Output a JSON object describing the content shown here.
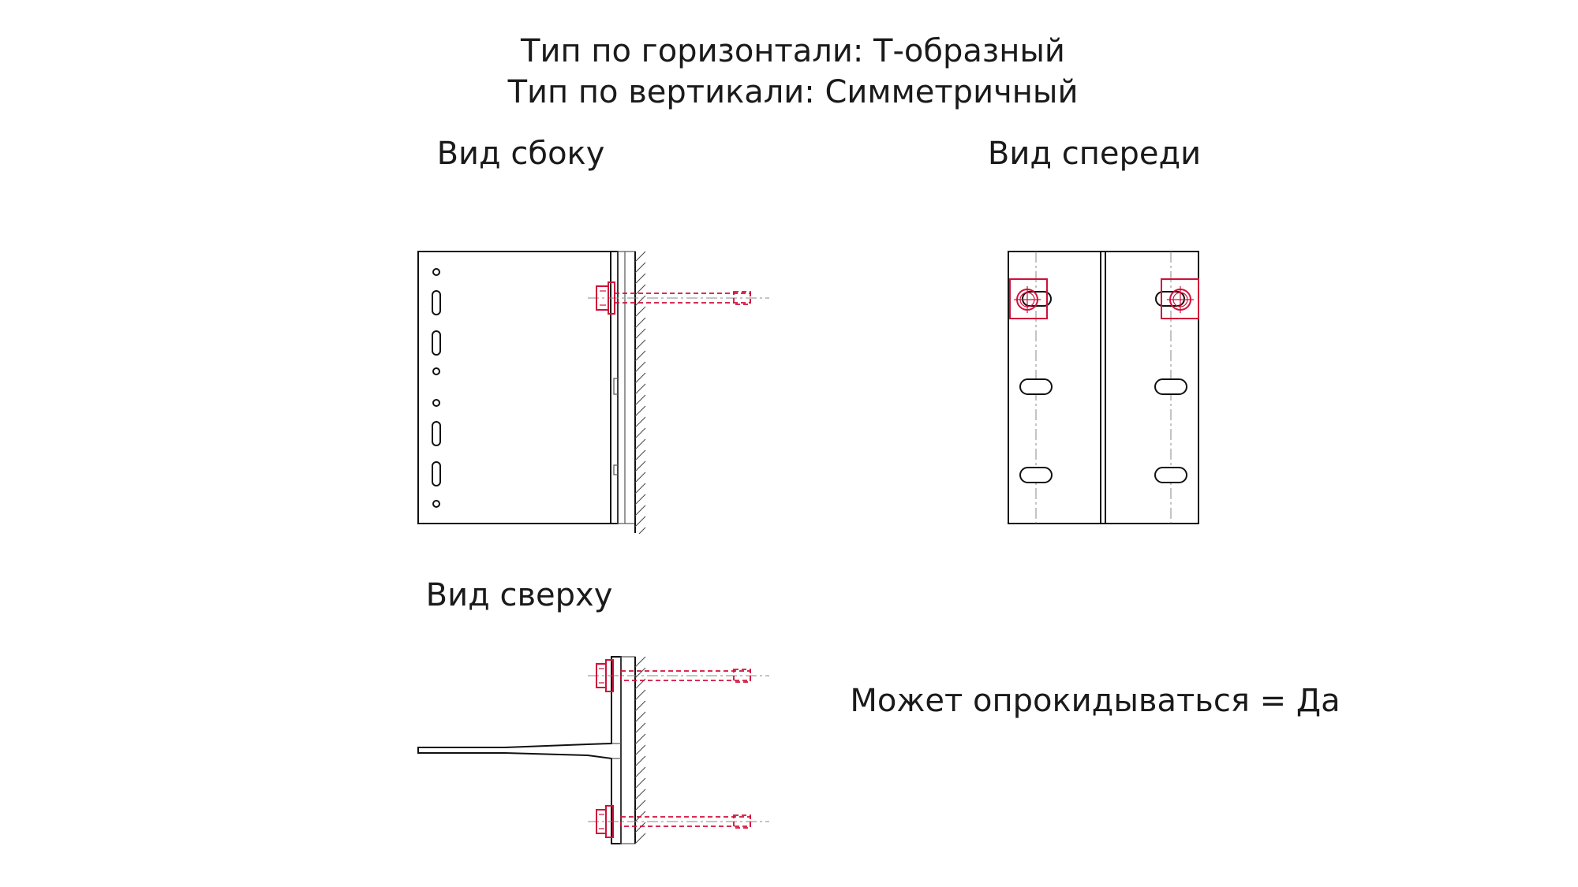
{
  "header": {
    "line1": "Тип по горизонтали: Т-образный",
    "line2": "Тип по вертикали: Симметричный"
  },
  "views": {
    "side": {
      "title": "Вид сбоку"
    },
    "front": {
      "title": "Вид спереди"
    },
    "top": {
      "title": "Вид сверху"
    }
  },
  "note": {
    "text": "Может опрокидываться = Да"
  },
  "colors": {
    "outline": "#111111",
    "fastener": "#d0103a",
    "axis": "#8a8a8a"
  }
}
